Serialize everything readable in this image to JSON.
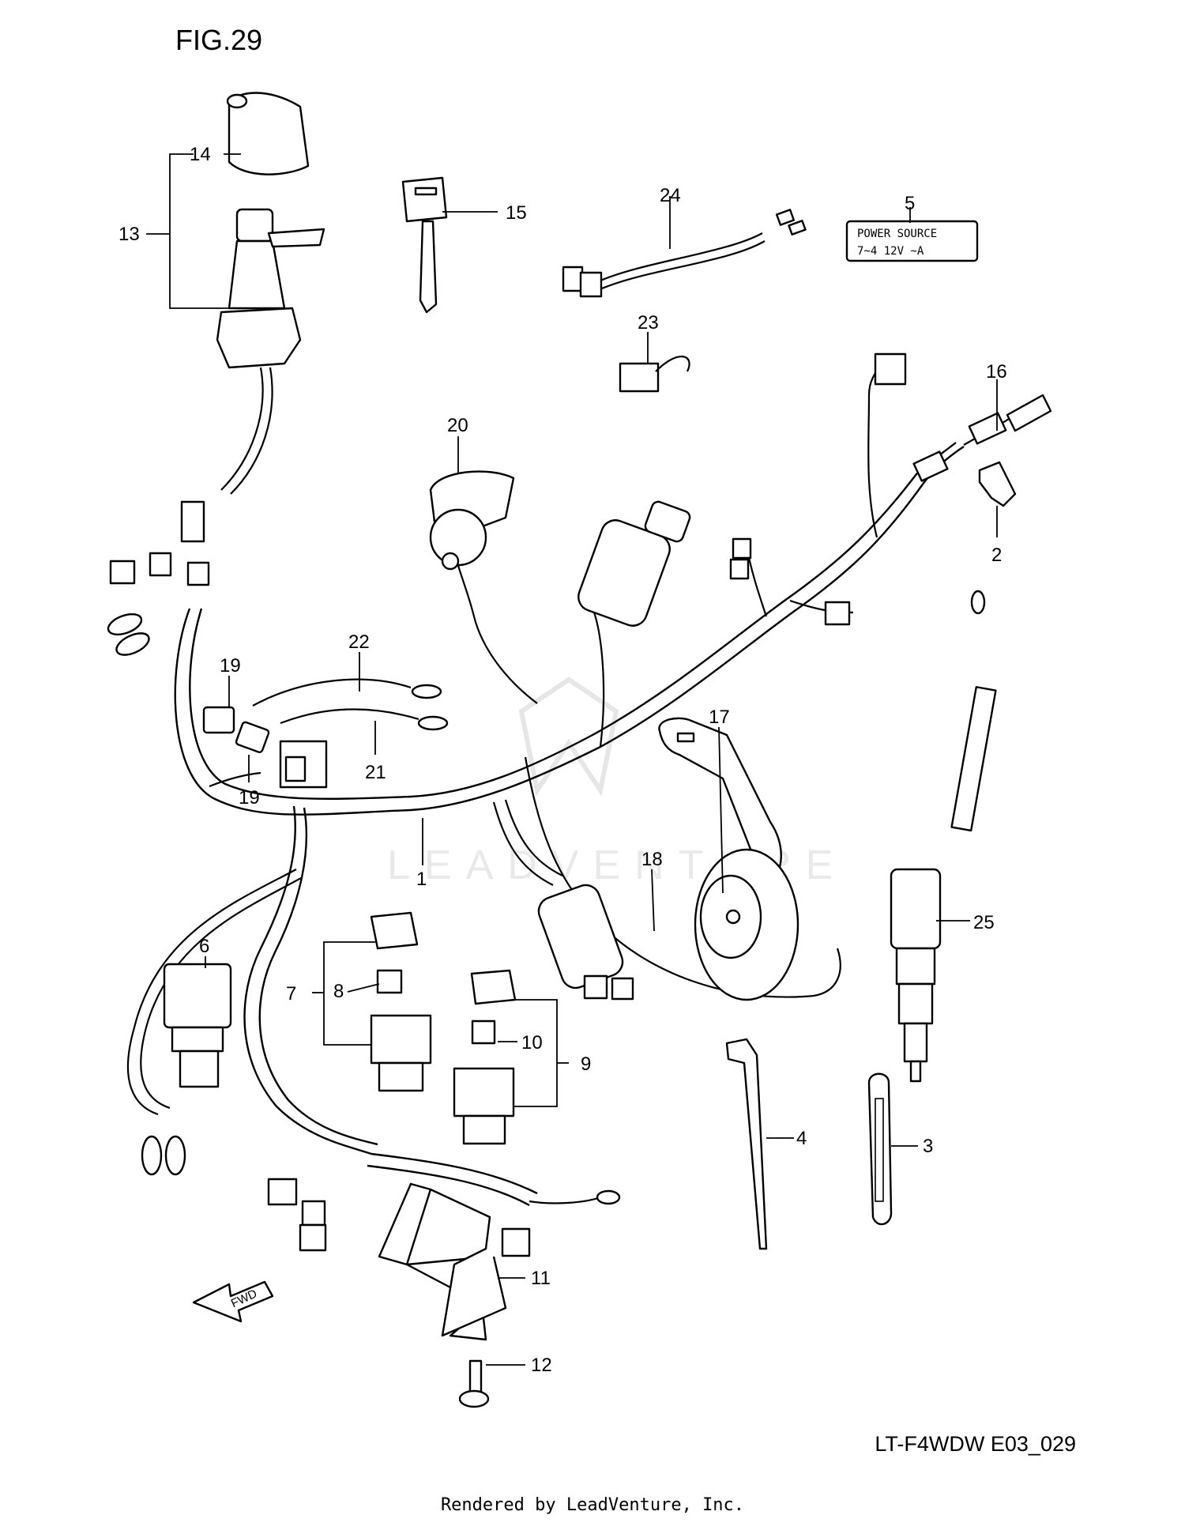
{
  "figure": {
    "title": "FIG.29",
    "reference": "LT-F4WDW E03_029",
    "credit": "Rendered by LeadVenture, Inc.",
    "watermark": "LEADVENTURE",
    "fwd_label": "FWD",
    "power_label_line1": "POWER SOURCE",
    "power_label_line2": "7~4   12V ~A"
  },
  "callouts": {
    "c1": "1",
    "c2": "2",
    "c3": "3",
    "c4": "4",
    "c5": "5",
    "c6": "6",
    "c7": "7",
    "c8": "8",
    "c9": "9",
    "c10": "10",
    "c11": "11",
    "c12": "12",
    "c13": "13",
    "c14": "14",
    "c15": "15",
    "c16": "16",
    "c17": "17",
    "c18": "18",
    "c19a": "19",
    "c19b": "19",
    "c20": "20",
    "c21": "21",
    "c22": "22",
    "c23": "23",
    "c24": "24",
    "c25": "25"
  }
}
